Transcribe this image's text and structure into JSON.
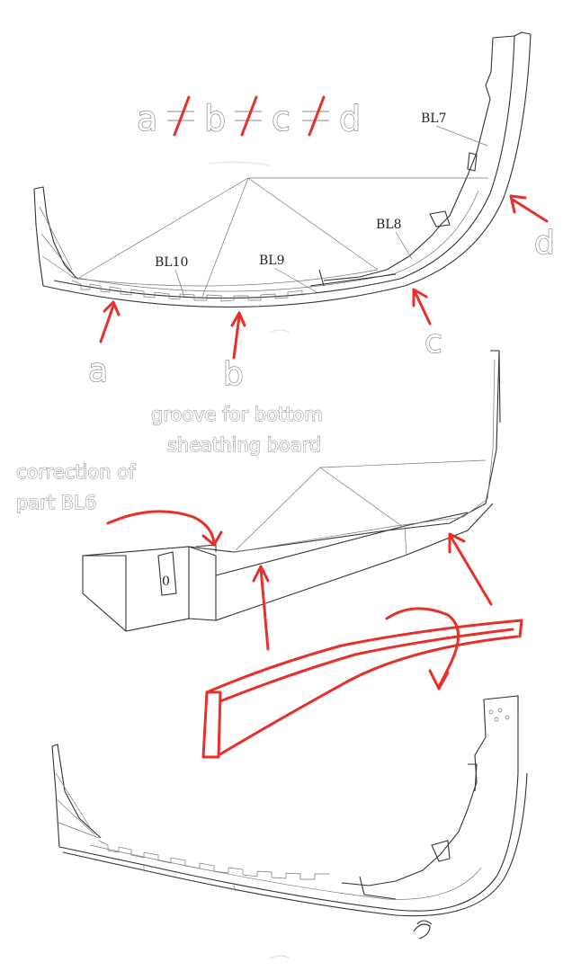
{
  "equation": {
    "a": "a",
    "b": "b",
    "c": "c",
    "d": "d"
  },
  "point_labels": {
    "a": "a",
    "b": "b",
    "c": "c",
    "d": "d"
  },
  "parts": {
    "bl7": "BL7",
    "bl8": "BL8",
    "bl9": "BL9",
    "bl10": "BL10",
    "small_o": "0"
  },
  "annotations": {
    "groove_line1": "groove for bottom",
    "groove_line2": "sheathing board",
    "correction_line1": "correction of",
    "correction_line2": "part BL6"
  },
  "colors": {
    "markup": "#e8302a",
    "line_art": "#333333"
  }
}
